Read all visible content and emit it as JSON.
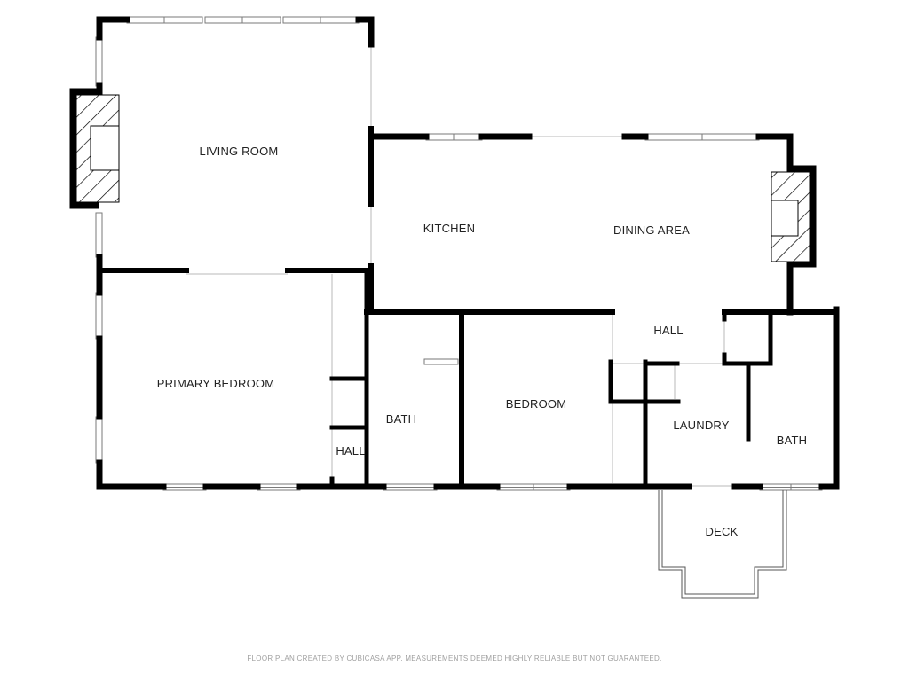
{
  "rooms": {
    "living_room": "LIVING ROOM",
    "kitchen": "KITCHEN",
    "dining_area": "DINING AREA",
    "primary_bedroom": "PRIMARY BEDROOM",
    "bath_1": "BATH",
    "bedroom": "BEDROOM",
    "hall_1": "HALL",
    "hall_2": "HALL",
    "laundry": "LAUNDRY",
    "bath_2": "BATH",
    "deck": "DECK"
  },
  "footer": "FLOOR PLAN CREATED BY CUBICASA APP. MEASUREMENTS DEEMED HIGHLY RELIABLE BUT NOT GUARANTEED.",
  "colors": {
    "wall": "#000000",
    "window": "#7a7a7a",
    "footer": "#a0a0a0"
  },
  "icons": [
    "fireplace-icon",
    "window-icon",
    "sink-counter-icon"
  ]
}
